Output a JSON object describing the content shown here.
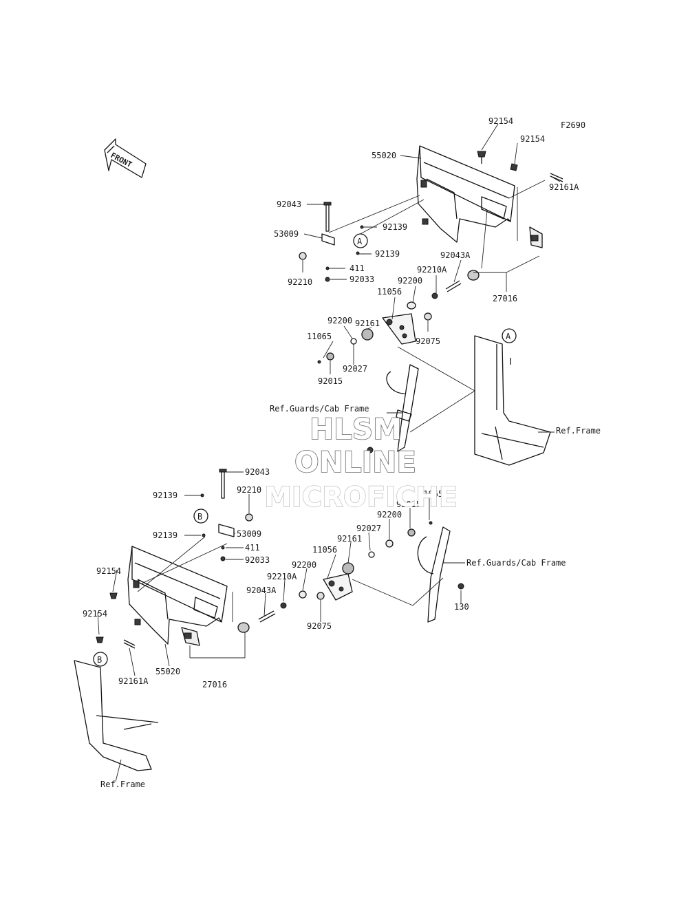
{
  "figure_code": "F2690",
  "front_arrow": "FRONT",
  "watermark": [
    "HLSM",
    "ONLINE",
    "MICROFICHE"
  ],
  "callouts": {
    "a": "A",
    "b": "B"
  },
  "refs": {
    "guards_cab_frame": "Ref.Guards/Cab Frame",
    "frame": "Ref.Frame"
  },
  "upper_assembly": {
    "p92154_1": "92154",
    "p92154_2": "92154",
    "p55020": "55020",
    "p92161A": "92161A",
    "p92043": "92043",
    "p92139_1": "92139",
    "p53009": "53009",
    "p92139_2": "92139",
    "p411": "411",
    "p92210": "92210",
    "p92033": "92033",
    "p92043A": "92043A",
    "p92210A": "92210A",
    "p92200_1": "92200",
    "p27016": "27016",
    "p11056": "11056",
    "p92161": "92161",
    "p92200_2": "92200",
    "p92075": "92075",
    "p11065": "11065",
    "p92027": "92027",
    "p92015": "92015"
  },
  "lower_assembly": {
    "p92043": "92043",
    "p92139_1": "92139",
    "p92210": "92210",
    "p11065": "11065",
    "p53009": "53009",
    "p92015": "92015",
    "p92200_1": "92200",
    "p92139_2": "92139",
    "p411": "411",
    "p92027": "92027",
    "p92033": "92033",
    "p92161": "92161",
    "p11056": "11056",
    "p92200_2": "92200",
    "p92154_1": "92154",
    "p92210A": "92210A",
    "p92043A": "92043A",
    "p130": "130",
    "p92154_2": "92154",
    "p92075": "92075",
    "p55020": "55020",
    "p92161A": "92161A",
    "p27016": "27016"
  }
}
